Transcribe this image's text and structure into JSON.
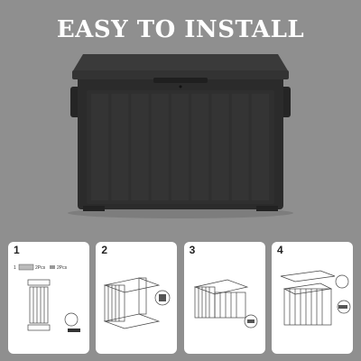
{
  "headline": "EASY TO INSTALL",
  "colors": {
    "background": "#8f8f8f",
    "box_body": "#2b2b2b",
    "box_panel": "#343434",
    "box_lid": "#383838",
    "headline_text": "#ffffff",
    "card_bg": "#ffffff"
  },
  "steps": [
    {
      "number": "1",
      "parts": [
        {
          "qty": "1",
          "name": "parts-bag"
        },
        {
          "qty": "2",
          "name": "screw"
        }
      ],
      "part_texts": [
        "1",
        "2Pcs",
        "2Pcs"
      ]
    },
    {
      "number": "2"
    },
    {
      "number": "3"
    },
    {
      "number": "4"
    }
  ]
}
